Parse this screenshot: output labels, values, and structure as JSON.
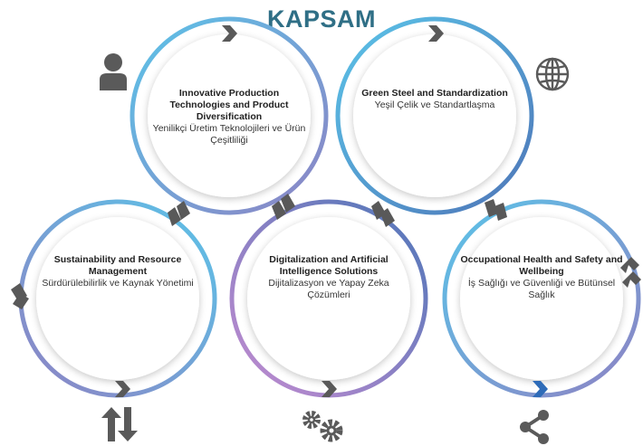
{
  "title": "KAPSAM",
  "colors": {
    "title": "#2f6f86",
    "ring_light_blue": "#5bc3e8",
    "ring_purple": "#8d83c4",
    "ring_dark_blue": "#4e76b8",
    "ring_pink": "#c38bd0",
    "arrow_gray": "#595959",
    "arrow_blue": "#2e6bb8",
    "icon_gray": "#5a5a5a"
  },
  "items": [
    {
      "en": "Innovative Production Technologies and Product Diversification",
      "tr": "Yenilikçi Üretim Teknolojileri ve Ürün Çeşitliliği"
    },
    {
      "en": "Green Steel and Standardization",
      "tr": "Yeşil Çelik ve Standartlaşma"
    },
    {
      "en": "Sustainability and Resource Management",
      "tr": "Sürdürülebilirlik ve Kaynak Yönetimi"
    },
    {
      "en": "Digitalization and Artificial Intelligence Solutions",
      "tr": "Dijitalizasyon ve Yapay Zeka Çözümleri"
    },
    {
      "en": "Occupational Health and Safety and Wellbeing",
      "tr": "İş Sağlığı ve Güvenliği ve Bütünsel Sağlık"
    }
  ],
  "icons": [
    "person-icon",
    "globe-icon",
    "up-down-arrows-icon",
    "gears-icon",
    "share-icon"
  ]
}
